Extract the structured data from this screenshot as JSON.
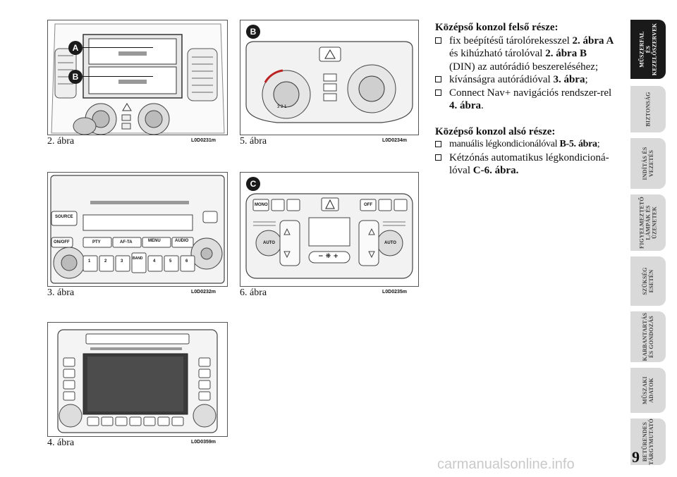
{
  "figures": [
    {
      "caption": "2. ábra",
      "code": "L0D0231m",
      "markers": [
        "A",
        "B"
      ]
    },
    {
      "caption": "5. ábra",
      "code": "L0D0234m",
      "markers": [
        "B"
      ]
    },
    {
      "caption": "3. ábra",
      "code": "L0D0232m",
      "labels": {
        "source": "SOURCE",
        "onoff": "ON/OFF",
        "pty": "PTY",
        "afta": "AF-TA",
        "menu": "MENU",
        "audio": "AUDIO",
        "band": "BAND",
        "presets": [
          "1",
          "2",
          "3",
          "4",
          "5",
          "6"
        ]
      }
    },
    {
      "caption": "6. ábra",
      "code": "L0D0235m",
      "markers": [
        "C"
      ],
      "labels": {
        "mono": "MONO",
        "off": "OFF",
        "auto": "AUTO",
        "fan": "− ❋ +"
      }
    },
    {
      "caption": "4. ábra",
      "code": "L0D0359m"
    }
  ],
  "text": {
    "upper_heading": "Középső konzol felső része:",
    "upper_items": [
      {
        "before": "fix beépítésű tárolórekesszel ",
        "b1": "2. ábra A",
        "mid": " és kihúzható tárolóval ",
        "b2": "2. ábra B",
        "after": " (DIN) az autórádió beszereléséhez;"
      },
      {
        "before": "kívánságra autórádióval ",
        "b1": "3. ábra",
        "after": ";"
      },
      {
        "before": "Connect Nav+ navigációs rendszer-rel ",
        "b1": "4. ábra",
        "after": "."
      }
    ],
    "lower_heading": "Középső konzol alsó része:",
    "lower_items": [
      {
        "before": "manuális légkondicionálóval ",
        "b1": "B-5. ábra",
        "after": ";"
      },
      {
        "before": "Kétzónás automatikus légkondicioná-lóval ",
        "b1": "C-6. ábra.",
        "after": ""
      }
    ]
  },
  "tabs": [
    "MŰSZERFAL\nÉS\nKEZELŐSZERVEK",
    "BIZTONSÁG",
    "INDÍTÁS ÉS\nVEZETÉS",
    "FIGYELMEZTETŐ\nLÁMPÁK ÉS\nÜZENETEK",
    "SZÜKSÉG\nESETÉN",
    "KARBANTARTÁS\nÉS GONDOZÁS",
    "MŰSZAKI\nADATOK",
    "BETŰRENDES\nTÁRGYMUTATÓ"
  ],
  "page_number": "9",
  "watermark": "carmanualsonline.info"
}
